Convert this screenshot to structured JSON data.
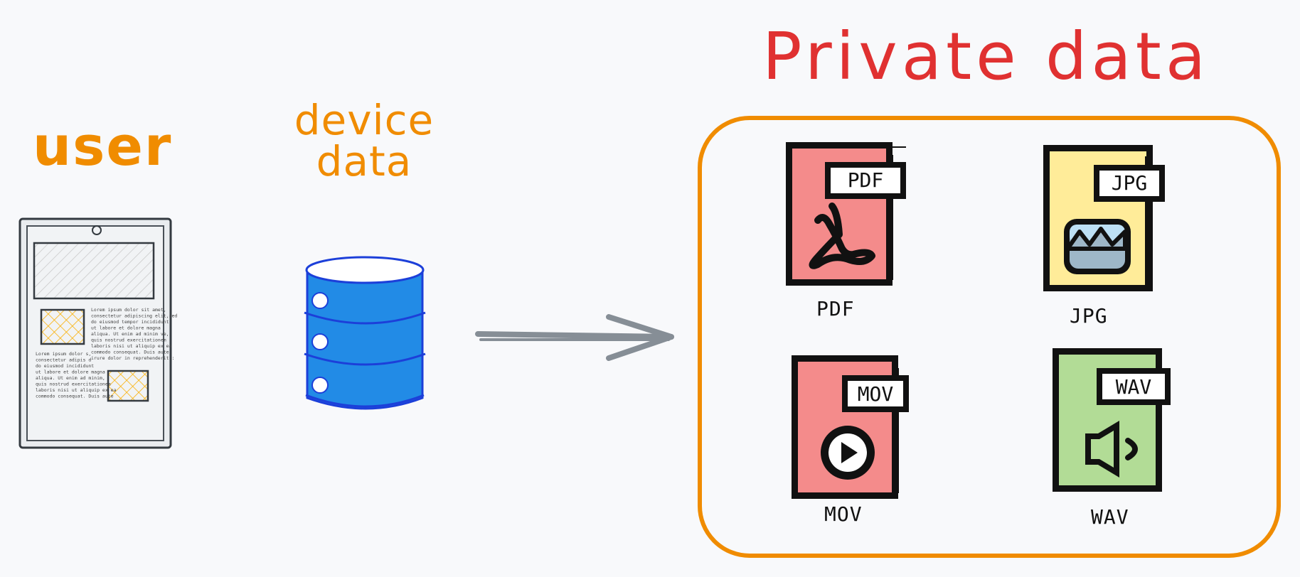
{
  "title": "Private data",
  "user_label": "user",
  "device_label_line1": "device",
  "device_label_line2": "data",
  "files": [
    {
      "tag": "PDF",
      "caption": "PDF",
      "color": "#f48b8b",
      "icon": "acrobat-icon"
    },
    {
      "tag": "JPG",
      "caption": "JPG",
      "color": "#ffec99",
      "icon": "image-icon"
    },
    {
      "tag": "MOV",
      "caption": "MOV",
      "color": "#f48b8b",
      "icon": "play-icon"
    },
    {
      "tag": "WAV",
      "caption": "WAV",
      "color": "#b2dc96",
      "icon": "speaker-icon"
    }
  ],
  "device_text_block1": [
    "Lorem ipsum dolor sit amet,",
    "consectetur adipiscing elit,sed",
    "do eiusmod tempor incididunt",
    "ut labore et dolore magna",
    "aliqua. Ut enim ad minim ve,",
    "quis nostrud exercitationem",
    "laboris nisi ut aliquip ex ea",
    "commodo consequat. Duis aute",
    "irure dolor in reprehenderit :"
  ],
  "device_text_block2": [
    "Lorem ipsum dolor s,",
    "consectetur adipis d",
    "do eiusmod incididunt",
    "ut labore et dolore magna",
    "aliqua. Ut enim ad minim,",
    "quis nostrud exercitationem",
    "laboris nisi ut aliquip ex ea",
    "commodo consequat. Duis aute"
  ],
  "colors": {
    "accent_orange": "#f08c00",
    "title_red": "#e03131",
    "database_blue": "#228be6",
    "arrow_gray": "#868e96",
    "pdf_red": "#f48b8b",
    "jpg_yellow": "#ffec99",
    "wav_green": "#b2dc96"
  }
}
